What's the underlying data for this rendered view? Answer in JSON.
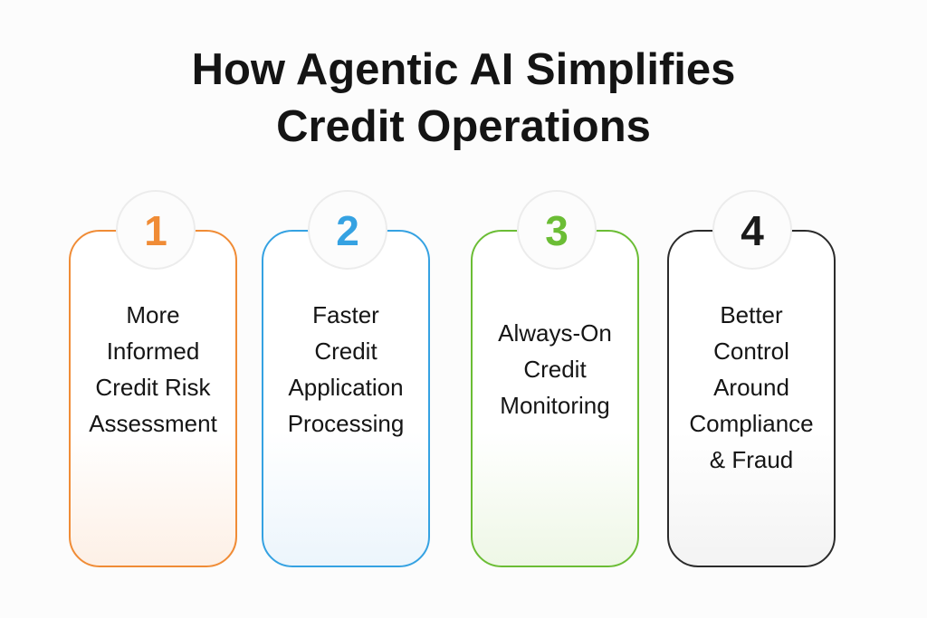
{
  "title": {
    "line1": "How Agentic AI Simplifies",
    "line2": "Credit Operations"
  },
  "steps": [
    {
      "number": "1",
      "color": "#f08c36",
      "lines": [
        "More",
        "Informed",
        "Credit Risk",
        "Assessment"
      ]
    },
    {
      "number": "2",
      "color": "#35a2e2",
      "lines": [
        "Faster",
        "Credit",
        "Application",
        "Processing"
      ]
    },
    {
      "number": "3",
      "color": "#6bbd35",
      "lines": [
        "Always-On",
        "Credit",
        "Monitoring"
      ]
    },
    {
      "number": "4",
      "color": "#2b2b2b",
      "lines": [
        "Better",
        "Control",
        "Around",
        "Compliance",
        "& Fraud"
      ]
    }
  ]
}
